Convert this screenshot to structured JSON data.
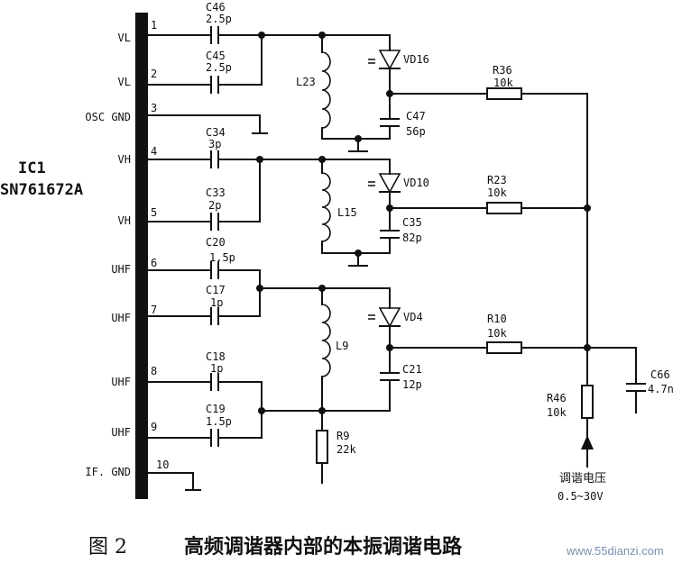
{
  "ic": {
    "ref": "IC1",
    "part": "SN761672A"
  },
  "pins": [
    {
      "num": "1",
      "name": "VL"
    },
    {
      "num": "2",
      "name": "VL"
    },
    {
      "num": "3",
      "name": "OSC GND"
    },
    {
      "num": "4",
      "name": "VH"
    },
    {
      "num": "5",
      "name": "VH"
    },
    {
      "num": "6",
      "name": "UHF"
    },
    {
      "num": "7",
      "name": "UHF"
    },
    {
      "num": "8",
      "name": "UHF"
    },
    {
      "num": "9",
      "name": "UHF"
    },
    {
      "num": "10",
      "name": "IF. GND"
    }
  ],
  "caps": {
    "c46": {
      "ref": "C46",
      "val": "2.5p"
    },
    "c45": {
      "ref": "C45",
      "val": "2.5p"
    },
    "c34": {
      "ref": "C34",
      "val": "3p"
    },
    "c33": {
      "ref": "C33",
      "val": "2p"
    },
    "c20": {
      "ref": "C20",
      "val": "1.5p"
    },
    "c17": {
      "ref": "C17",
      "val": "1p"
    },
    "c18": {
      "ref": "C18",
      "val": "1p"
    },
    "c19": {
      "ref": "C19",
      "val": "1.5p"
    },
    "c47": {
      "ref": "C47",
      "val": "56p"
    },
    "c35": {
      "ref": "C35",
      "val": "82p"
    },
    "c21": {
      "ref": "C21",
      "val": "12p"
    },
    "c66": {
      "ref": "C66",
      "val": "4.7n"
    }
  },
  "inductors": {
    "l23": "L23",
    "l15": "L15",
    "l9": "L9"
  },
  "diodes": {
    "vd16": "VD16",
    "vd10": "VD10",
    "vd4": "VD4"
  },
  "resistors": {
    "r36": {
      "ref": "R36",
      "val": "10k"
    },
    "r23": {
      "ref": "R23",
      "val": "10k"
    },
    "r10": {
      "ref": "R10",
      "val": "10k"
    },
    "r46": {
      "ref": "R46",
      "val": "10k"
    },
    "r9": {
      "ref": "R9",
      "val": "22k"
    }
  },
  "tuning": {
    "label": "调谐电压",
    "range": "0.5~30V"
  },
  "caption": {
    "fig": "图 2",
    "title": "高频调谐器内部的本振调谐电路"
  },
  "watermark": "www.55dianzi.com"
}
